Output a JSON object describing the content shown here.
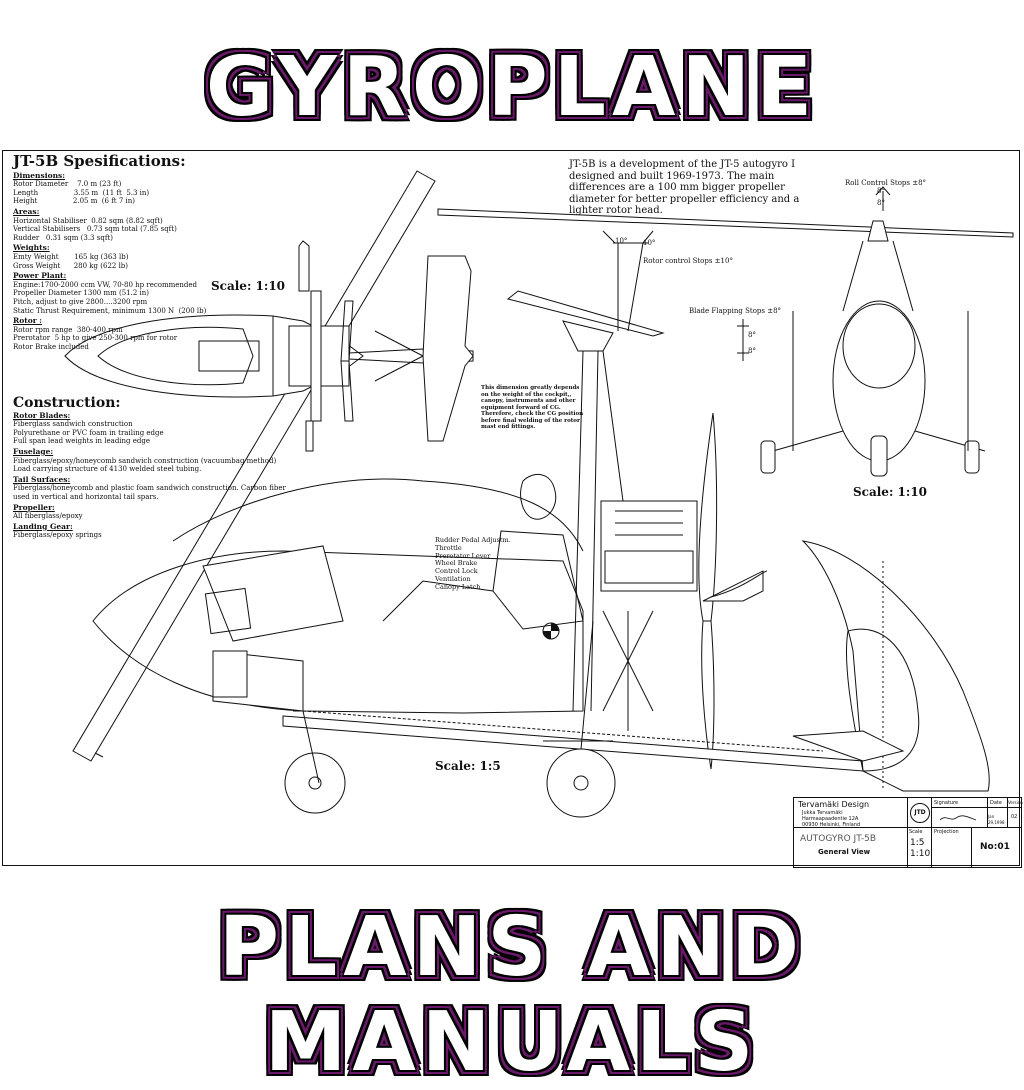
{
  "banner": {
    "top": "GYROPLANE",
    "bottom": "PLANS AND MANUALS"
  },
  "specs": {
    "title": "JT-5B Spesifications:",
    "dimensions_heading": "Dimensions:",
    "dimensions": [
      "Rotor Diameter    7.0 m (23 ft)",
      "Length                3.55 m  (11 ft  5.3 in)",
      "Height                2.05 m  (6 ft 7 in)"
    ],
    "areas_heading": "Areas:",
    "areas": [
      "Horizontal Stabiliser  0.82 sqm (8.82 sqft)",
      "Vertical Stabilisers   0.73 sqm total (7.85 sqft)",
      "Rudder   0.31 sqm (3.3 sqft)"
    ],
    "weights_heading": "Weights:",
    "weights": [
      "Emty Weight       165 kg (363 lb)",
      "Gross Weight      280 kg (622 lb)"
    ],
    "power_heading": "Power Plant:",
    "power": [
      "Engine:1700-2000 ccm VW, 70-80 hp recommended",
      "Propeller Diameter 1300 mm (51.2 in)",
      "Pitch, adjust to give 2800....3200 rpm",
      "Static Thrust Requirement, minimum 1300 N  (200 lb)"
    ],
    "rotor_heading": "Rotor :",
    "rotor": [
      "Rotor rpm range  380-400 rpm",
      "Prerotator  5 hp to give 250-300 rpm for rotor",
      "Rotor Brake included"
    ]
  },
  "construction": {
    "title": "Construction:",
    "sections": [
      {
        "heading": "Rotor Blades:",
        "lines": [
          "Fiberglass sandwich  construction",
          "Polyurethane or PVC foam  in trailing edge",
          "Full span lead weights in leading edge"
        ]
      },
      {
        "heading": "Fuselage:",
        "lines": [
          "Fiberglass/epoxy/honeycomb sandwich construction  (vacuumbag method)",
          "Load carrying structure of 4130 welded steel tubing."
        ]
      },
      {
        "heading": "Tail Surfaces:",
        "lines": [
          "Fiberglass/honeycomb and plastic foam sandwich construction. Carbon fiber",
          "used in vertical and horizontal tail spars."
        ]
      },
      {
        "heading": "Propeller:",
        "lines": [
          "All fiberglass/epoxy"
        ]
      },
      {
        "heading": "Landing Gear:",
        "lines": [
          "Fiberglass/epoxy springs"
        ]
      }
    ]
  },
  "intro": "JT-5B is a development of the JT-5 autogyro  I designed and built 1969-1973. The  main differences are a 100 mm bigger propeller diameter for better propeller efficiency  and a lighter rotor head.",
  "labels": {
    "scale_top": "Scale: 1:10",
    "scale_right": "Scale: 1:10",
    "scale_side": "Scale: 1:5",
    "roll_stops": "Roll Control Stops ±8°",
    "rotor_stops": "Rotor control Stops ±10°",
    "flap_stops": "Blade Flapping Stops ±8°",
    "deg_a": "10°",
    "deg_b": "10°",
    "deg_c": "8°",
    "deg_d": "8°",
    "deg_e": "8°",
    "deg_f": "8°",
    "note": "This dimension greatly depends on the weight of the cockpit,, canopy, instruments and other equipment forward of CG. Therefore, check the CG position before final welding of the rotor mast end fittings.",
    "controls": [
      "Rudder Pedal Adjustm.",
      "Throttle",
      "Prerotator Lever",
      "Wheel Brake",
      "Control Lock",
      "Ventilation",
      "Canopy Latch"
    ]
  },
  "titleblock": {
    "company": "Tervamäki Design",
    "person": "Jukka Tervamäki",
    "street": "Harmaapaadentie 12A",
    "city": "00930 Helsinki, Finland",
    "logo": "JTD",
    "h_signature": "Signature",
    "h_date": "Date",
    "h_version": "Version",
    "date": "Jan 29,1998",
    "version": "02",
    "product": "AUTOGYRO JT-5B",
    "view": "General View",
    "h_scale": "Scale",
    "scales": [
      "1:5",
      "1:10"
    ],
    "h_projection": "Projection",
    "number": "No:01"
  }
}
